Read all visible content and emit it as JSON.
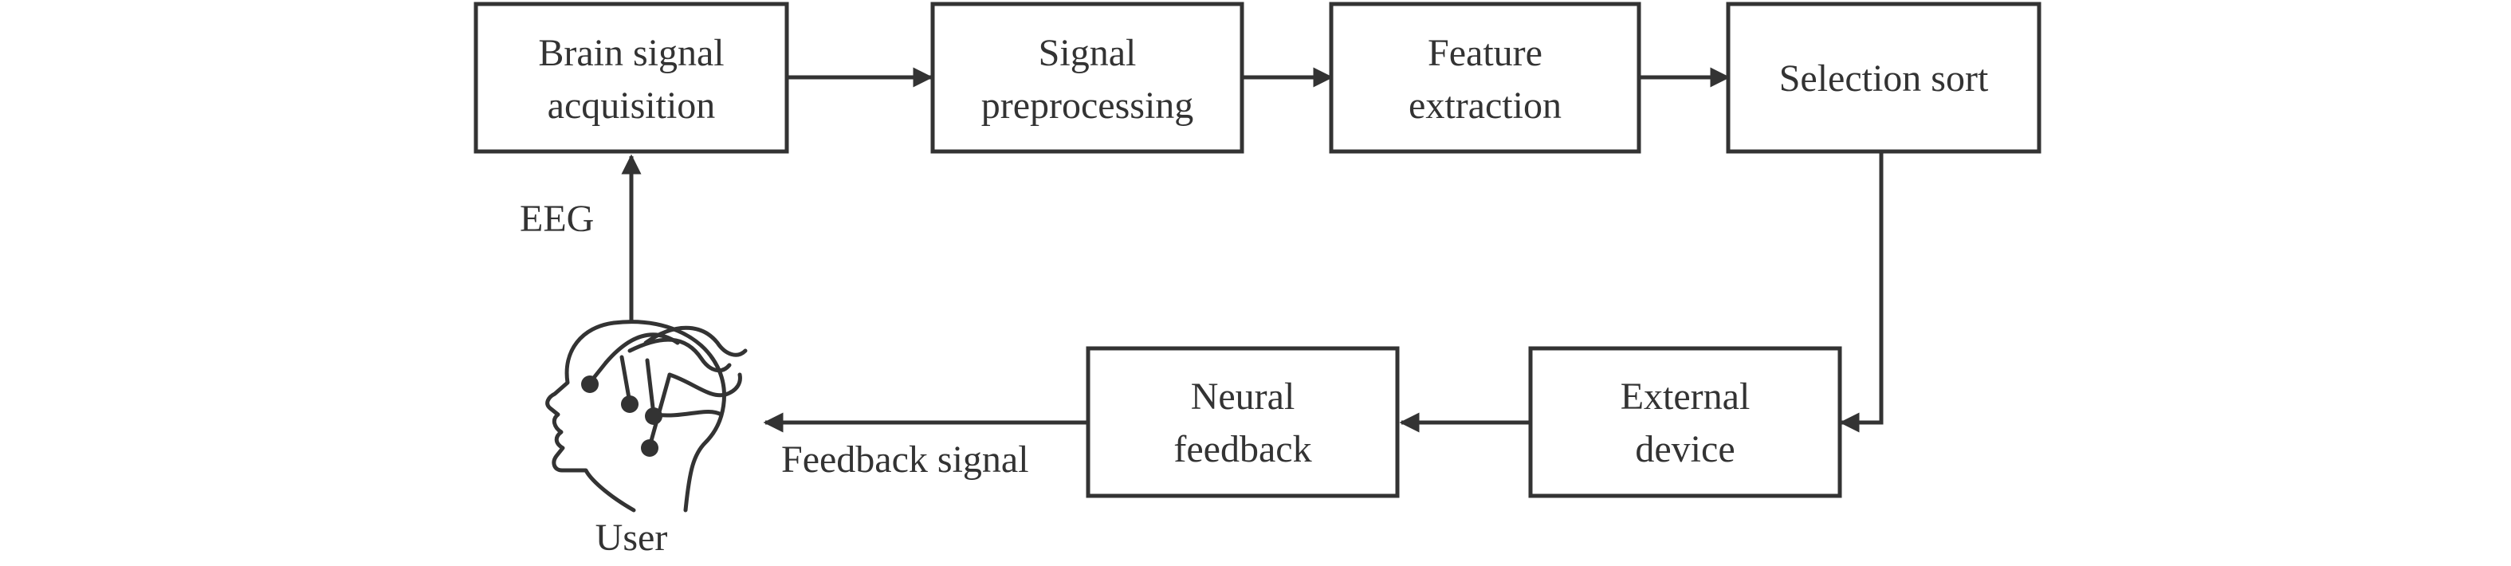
{
  "nodes": {
    "acquisition": {
      "line1": "Brain signal",
      "line2": "acquisition"
    },
    "preprocessing": {
      "line1": "Signal",
      "line2": "preprocessing"
    },
    "extraction": {
      "line1": "Feature",
      "line2": "extraction"
    },
    "selection": {
      "line1": "Selection sort"
    },
    "external": {
      "line1": "External",
      "line2": "device"
    },
    "neural": {
      "line1": "Neural",
      "line2": "feedback"
    }
  },
  "edge_labels": {
    "eeg": "EEG",
    "feedback_signal": "Feedback signal"
  },
  "user": {
    "label": "User",
    "icon": "user-head-eeg-icon"
  },
  "colors": {
    "line": "#333333",
    "box_fill": "#ffffff"
  }
}
